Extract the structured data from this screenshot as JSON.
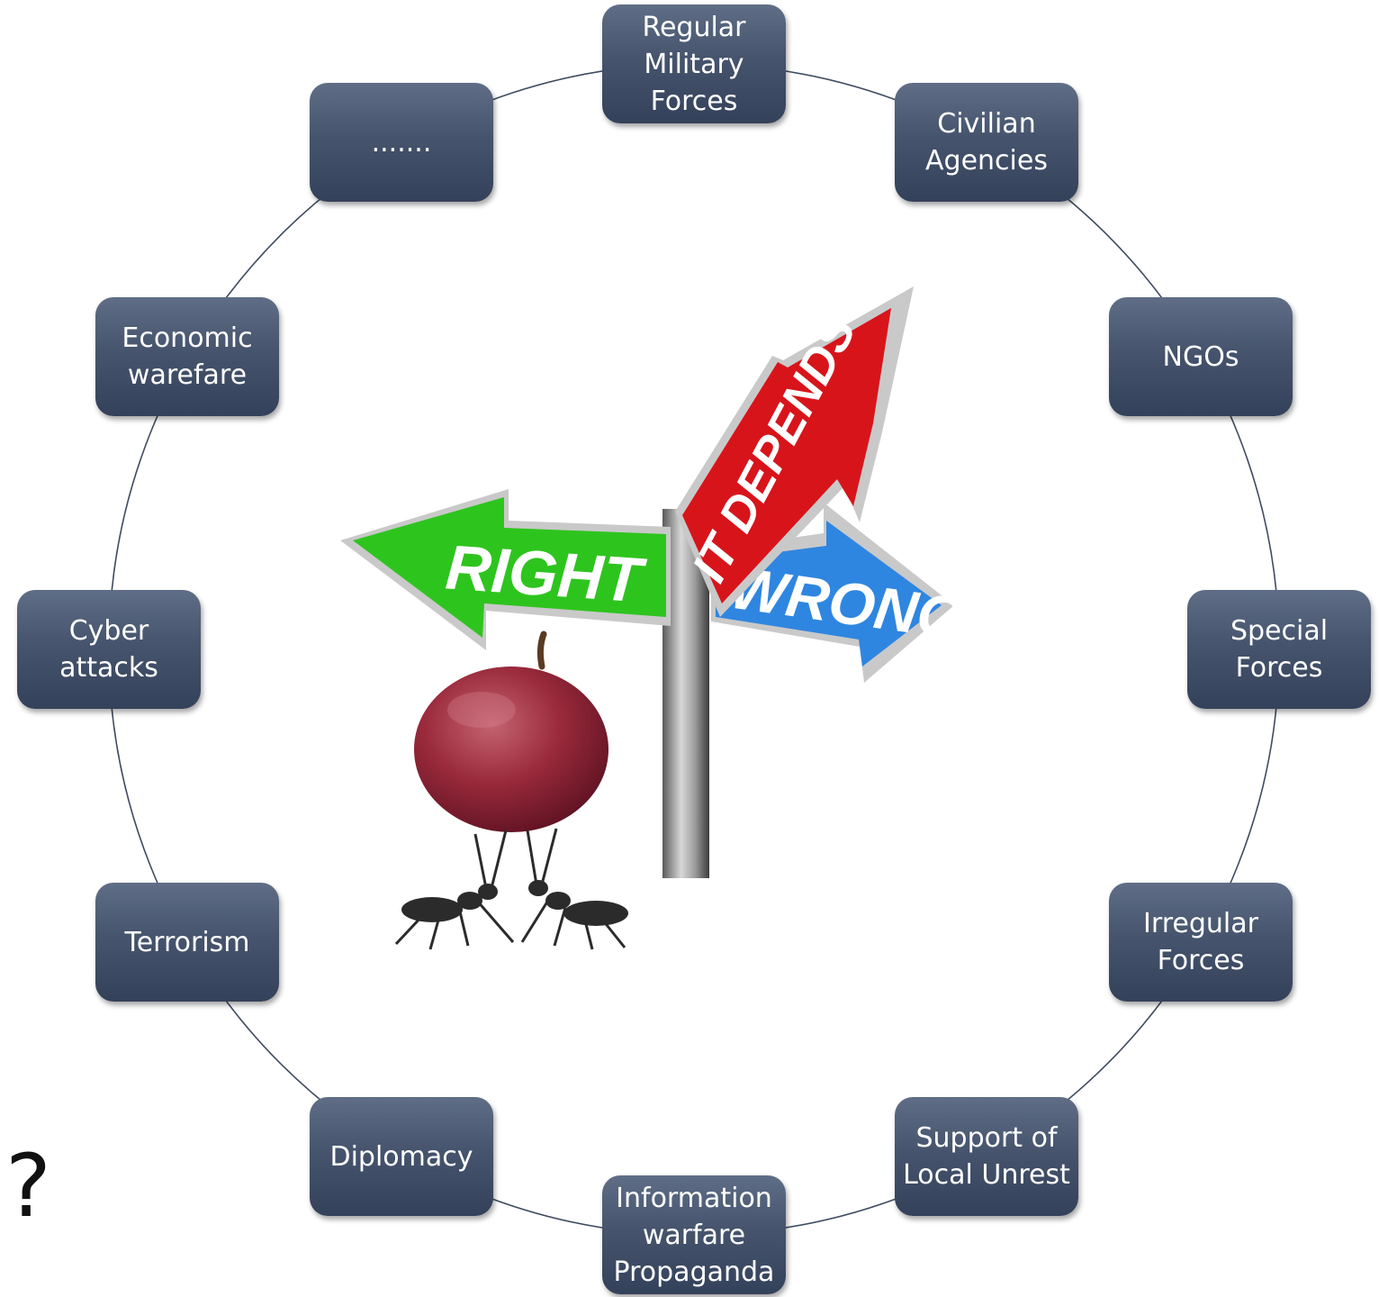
{
  "diagram": {
    "nodes": [
      {
        "id": "regular-military-forces",
        "label": "Regular\nMilitary\nForces"
      },
      {
        "id": "civilian-agencies",
        "label": "Civilian\nAgencies"
      },
      {
        "id": "ngos",
        "label": "NGOs"
      },
      {
        "id": "special-forces",
        "label": "Special\nForces"
      },
      {
        "id": "irregular-forces",
        "label": "Irregular\nForces"
      },
      {
        "id": "support-local-unrest",
        "label": "Support of\nLocal Unrest"
      },
      {
        "id": "information-warfare",
        "label": "Information\nwarfare\nPropaganda"
      },
      {
        "id": "diplomacy",
        "label": "Diplomacy"
      },
      {
        "id": "terrorism",
        "label": "Terrorism"
      },
      {
        "id": "cyber-attacks",
        "label": "Cyber\nattacks"
      },
      {
        "id": "economic-warfare",
        "label": "Economic\nwarefare"
      },
      {
        "id": "ellipsis",
        "label": "......."
      }
    ],
    "center_image": {
      "sign_right": "RIGHT",
      "sign_wrong": "WRONG",
      "sign_it_depends": "IT DEPENDS",
      "colors": {
        "right": "#2ec41e",
        "wrong": "#2f86e0",
        "it_depends": "#d8141b"
      }
    },
    "question_mark": "?"
  }
}
